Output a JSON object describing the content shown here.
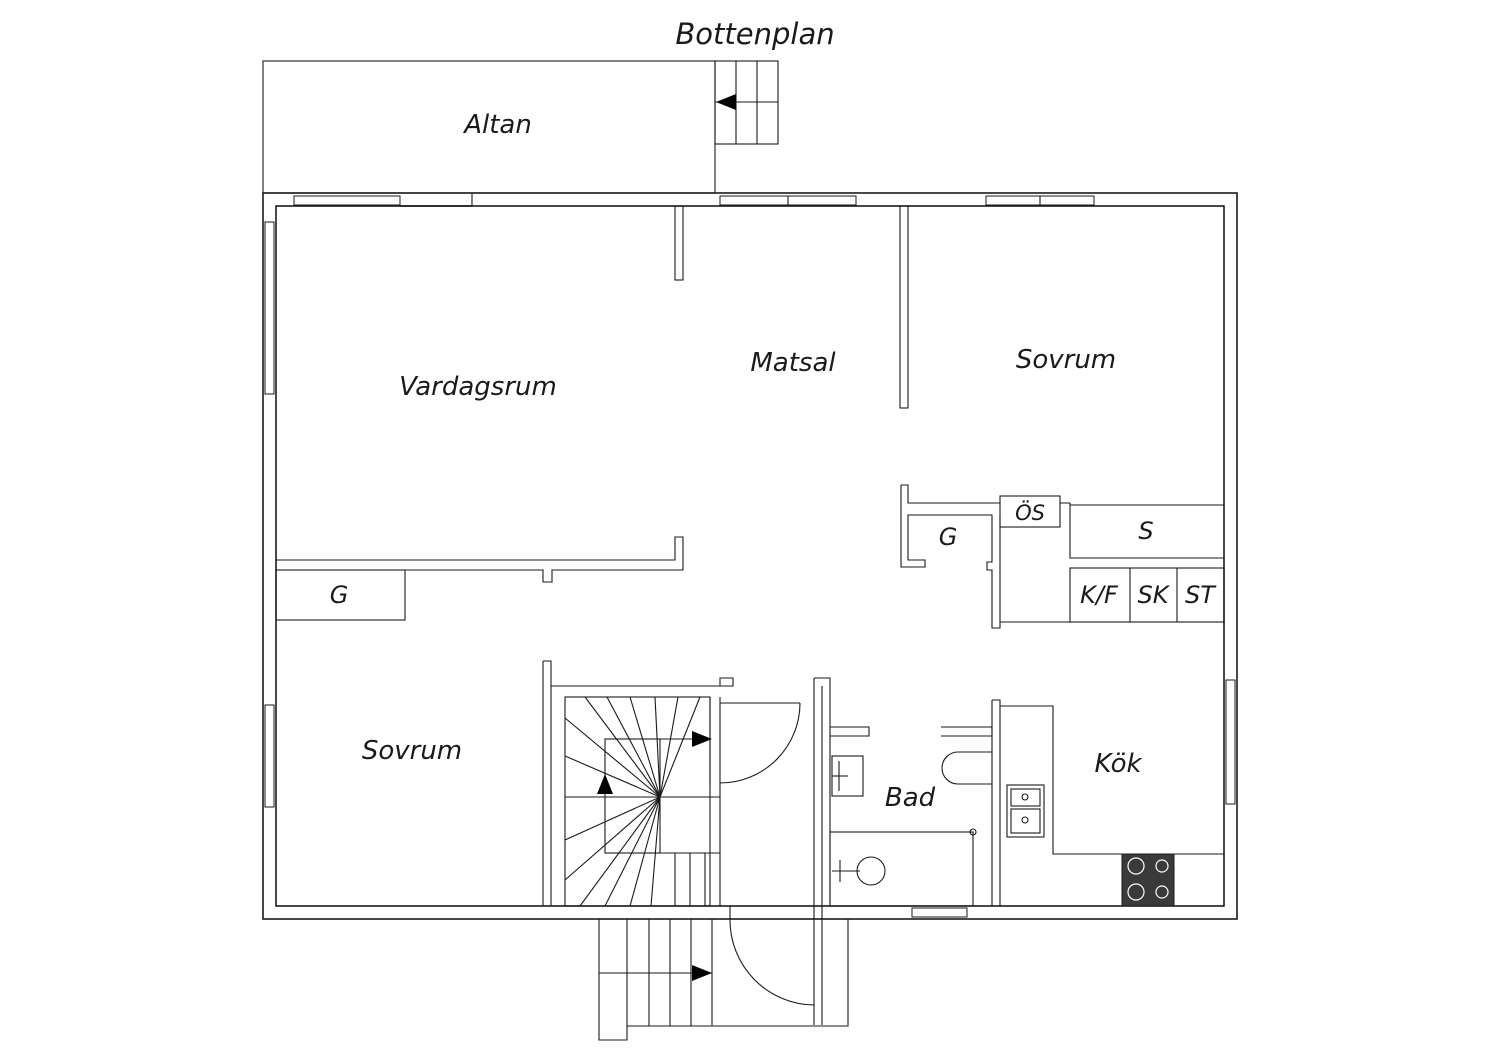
{
  "plan": {
    "title": "Bottenplan",
    "rooms": {
      "altan": "Altan",
      "vardagsrum": "Vardagsrum",
      "matsal": "Matsal",
      "sovrum_top": "Sovrum",
      "sovrum_left": "Sovrum",
      "bad": "Bad",
      "kok": "Kök"
    },
    "storage": {
      "os": "ÖS",
      "g_center": "G",
      "g_left": "G",
      "s": "S",
      "kf": "K/F",
      "sk": "SK",
      "st": "ST"
    }
  },
  "colors": {
    "line": "#1a1a1a",
    "stove": "#3a3a3a"
  }
}
